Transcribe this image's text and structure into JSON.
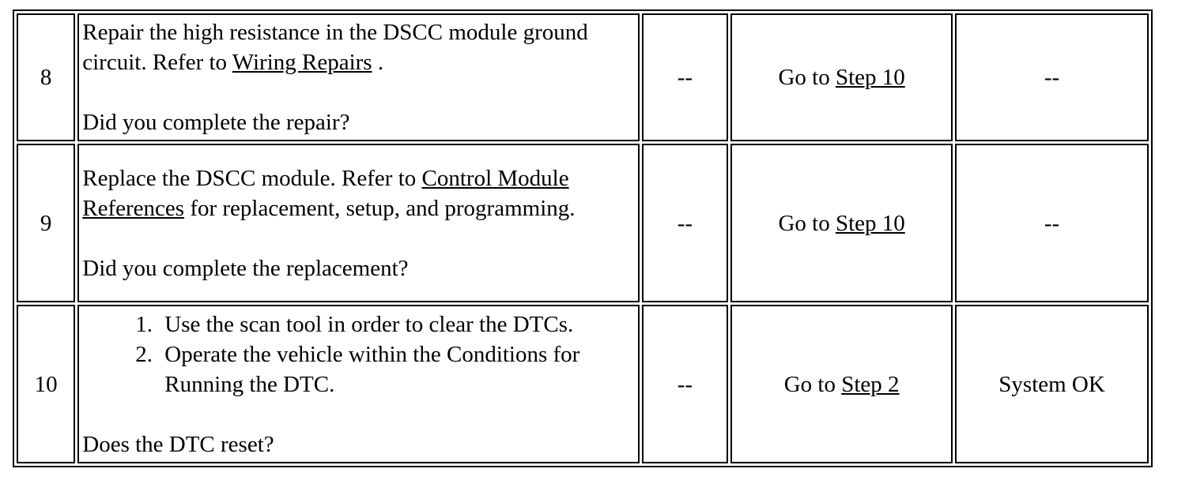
{
  "rows": [
    {
      "step": "8",
      "text_a": "Repair the high resistance in the DSCC module ground circuit. Refer to",
      "link_a": "Wiring Repairs",
      "text_b": " .",
      "question": "Did you complete the repair?",
      "value": "--",
      "yes_prefix": "Go to ",
      "yes_link": "Step 10",
      "no": "--"
    },
    {
      "step": "9",
      "text_a": "Replace the DSCC module. Refer to",
      "link_a": "Control Module References",
      "text_b": " for replacement, setup, and programming.",
      "question": "Did you complete the replacement?",
      "value": "--",
      "yes_prefix": "Go to ",
      "yes_link": "Step 10",
      "no": "--"
    },
    {
      "step": "10",
      "list": [
        "Use the scan tool in order to clear the DTCs.",
        "Operate the vehicle within the Conditions for Running the DTC."
      ],
      "question": "Does the DTC reset?",
      "value": "--",
      "yes_prefix": "Go to ",
      "yes_link": "Step 2",
      "no": "System OK"
    }
  ]
}
